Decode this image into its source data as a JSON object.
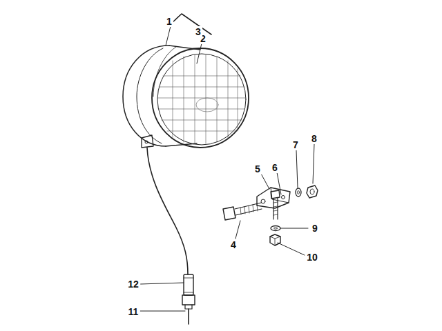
{
  "diagram": {
    "labels": [
      "1",
      "2",
      "3",
      "4",
      "5",
      "6",
      "7",
      "8",
      "9",
      "10",
      "11",
      "12"
    ]
  }
}
